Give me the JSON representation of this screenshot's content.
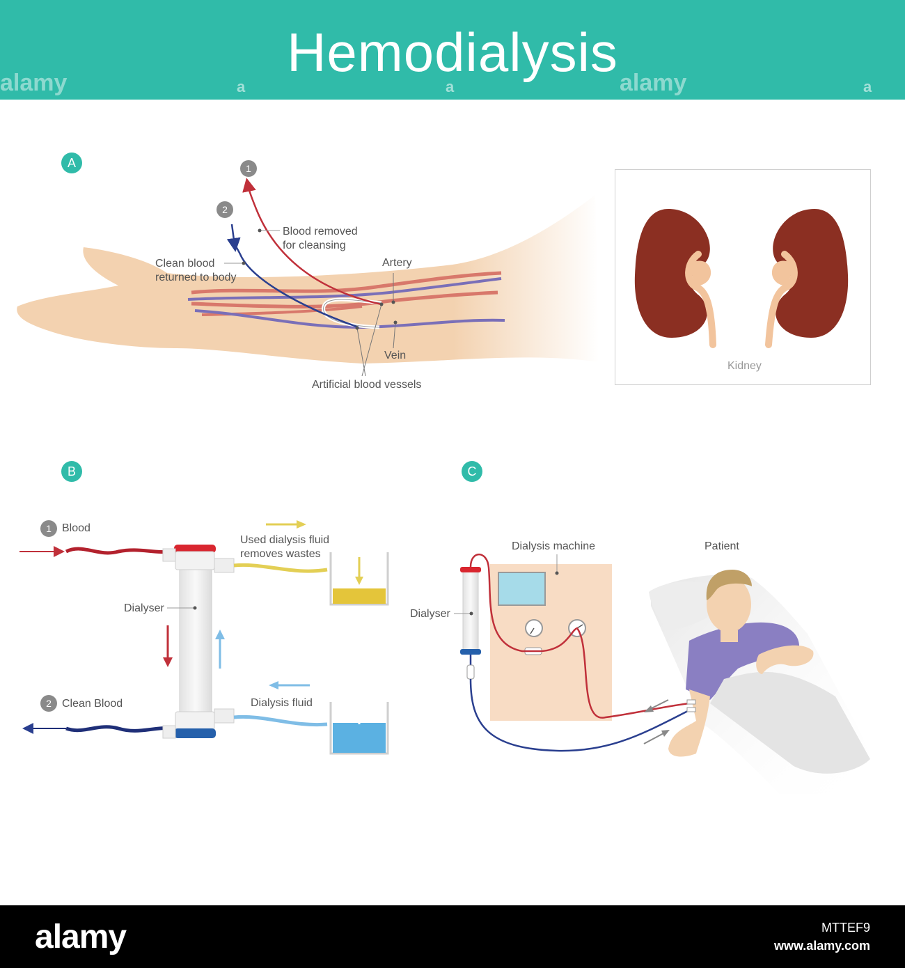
{
  "header": {
    "title": "Hemodialysis",
    "watermark": "alamy",
    "watermark_mark": "a"
  },
  "panel_a": {
    "badge": "A",
    "step1": "1",
    "step2": "2",
    "blood_removed": "Blood removed for cleansing",
    "blood_removed_l1": "Blood removed",
    "blood_removed_l2": "for cleansing",
    "clean_blood_l1": "Clean blood",
    "clean_blood_l2": "returned to body",
    "artery": "Artery",
    "vein": "Vein",
    "artificial": "Artificial blood vessels",
    "kidney": "Kidney"
  },
  "panel_b": {
    "badge": "B",
    "step1": "1",
    "blood": "Blood",
    "step2": "2",
    "clean_blood": "Clean Blood",
    "dialyser": "Dialyser",
    "used_l1": "Used dialysis fluid",
    "used_l2": "removes wastes",
    "dialysis_fluid": "Dialysis fluid"
  },
  "panel_c": {
    "badge": "C",
    "dialysis_machine": "Dialysis machine",
    "patient": "Patient",
    "dialyser": "Dialyser"
  },
  "footer": {
    "brand": "alamy",
    "image_id": "MTTEF9",
    "site": "www.alamy.com"
  },
  "colors": {
    "header": "#30bba9",
    "artery": "#c0303a",
    "vein": "#2a3f8f",
    "skin": "#f3d2b0",
    "kidney": "#8b2f22"
  }
}
